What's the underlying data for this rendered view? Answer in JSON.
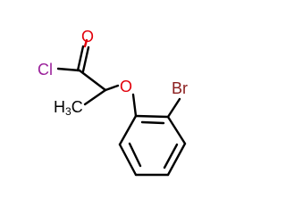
{
  "molecule": {
    "atoms": {
      "cl": "Cl",
      "o_carbonyl": "O",
      "o_ether": "O",
      "br": "Br",
      "methyl_c": "H",
      "methyl_sub": "3",
      "methyl_c2": "C"
    }
  },
  "colors": {
    "bond": "#000000",
    "oxygen": "#e2000b",
    "chlorine": "#9a1f9a",
    "bromine": "#8a1c1c"
  }
}
